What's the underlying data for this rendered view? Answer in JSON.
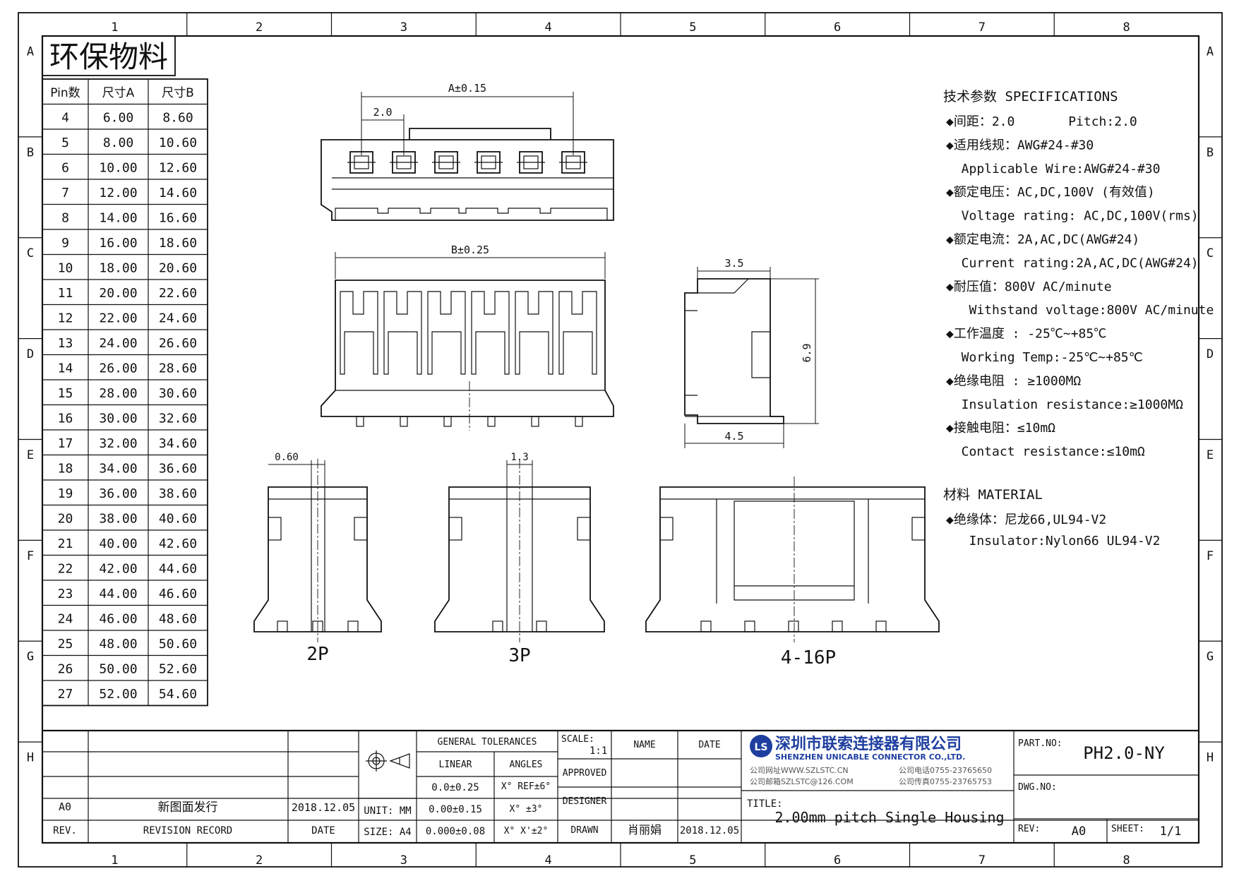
{
  "border": {
    "cols": [
      "1",
      "2",
      "3",
      "4",
      "5",
      "6",
      "7",
      "8"
    ],
    "rows": [
      "A",
      "B",
      "C",
      "D",
      "E",
      "F",
      "G",
      "H"
    ]
  },
  "eco_label": "环保物料",
  "pin_table": {
    "headers": [
      "Pin数",
      "尺寸A",
      "尺寸B"
    ],
    "rows": [
      [
        "4",
        "6.00",
        "8.60"
      ],
      [
        "5",
        "8.00",
        "10.60"
      ],
      [
        "6",
        "10.00",
        "12.60"
      ],
      [
        "7",
        "12.00",
        "14.60"
      ],
      [
        "8",
        "14.00",
        "16.60"
      ],
      [
        "9",
        "16.00",
        "18.60"
      ],
      [
        "10",
        "18.00",
        "20.60"
      ],
      [
        "11",
        "20.00",
        "22.60"
      ],
      [
        "12",
        "22.00",
        "24.60"
      ],
      [
        "13",
        "24.00",
        "26.60"
      ],
      [
        "14",
        "26.00",
        "28.60"
      ],
      [
        "15",
        "28.00",
        "30.60"
      ],
      [
        "16",
        "30.00",
        "32.60"
      ],
      [
        "17",
        "32.00",
        "34.60"
      ],
      [
        "18",
        "34.00",
        "36.60"
      ],
      [
        "19",
        "36.00",
        "38.60"
      ],
      [
        "20",
        "38.00",
        "40.60"
      ],
      [
        "21",
        "40.00",
        "42.60"
      ],
      [
        "22",
        "42.00",
        "44.60"
      ],
      [
        "23",
        "44.00",
        "46.60"
      ],
      [
        "24",
        "46.00",
        "48.60"
      ],
      [
        "25",
        "48.00",
        "50.60"
      ],
      [
        "26",
        "50.00",
        "52.60"
      ],
      [
        "27",
        "52.00",
        "54.60"
      ]
    ]
  },
  "dimensions": {
    "a": "A±0.15",
    "pitch": "2.0",
    "b": "B±0.25",
    "side_top": "3.5",
    "side_height": "6.9",
    "side_bottom": "4.5",
    "p2_width": "0.60",
    "p3_width": "1.3"
  },
  "view_labels": {
    "p2": "2P",
    "p3": "3P",
    "p416": "4-16P"
  },
  "specs": {
    "title": "技术参数  SPECIFICATIONS",
    "lines": [
      "◆间距：2.0       Pitch:2.0",
      "◆适用线规：AWG#24-#30",
      "  Applicable Wire:AWG#24-#30",
      "◆额定电压：AC,DC,100V (有效值)",
      "  Voltage rating: AC,DC,100V(rms)",
      "◆额定电流：2A,AC,DC(AWG#24)",
      "  Current rating:2A,AC,DC(AWG#24)",
      "◆耐压值：800V AC/minute",
      "   Withstand voltage:800V AC/minute",
      "◆工作温度 : -25℃~+85℃",
      "  Working Temp:-25℃~+85℃",
      "◆绝缘电阻 : ≥1000MΩ",
      "  Insulation resistance:≥1000MΩ",
      "◆接触电阻：≤10mΩ",
      "  Contact resistance:≤10mΩ"
    ],
    "material_title": "材料  MATERIAL",
    "material_lines": [
      "◆绝缘体：尼龙66,UL94-V2",
      "   Insulator:Nylon66 UL94-V2"
    ]
  },
  "title_block": {
    "rev_row_rev": "A0",
    "rev_row_record": "新图面发行",
    "rev_row_date": "2018.12.05",
    "rev_hdr": "REV.",
    "record_hdr": "REVISION RECORD",
    "date_hdr": "DATE",
    "unit_label": "UNIT: MM",
    "size_label": "SIZE: A4",
    "tol_title": "GENERAL TOLERANCES",
    "linear": "LINEAR",
    "angles": "ANGLES",
    "tol_lin": [
      "0.0±0.25",
      "0.00±0.15",
      "0.000±0.08"
    ],
    "tol_ang": [
      "X° REF±6°",
      "X° ±3°",
      "X° X'±2°"
    ],
    "scale_label": "SCALE:",
    "scale_value": "1:1",
    "approved": "APPROVED",
    "designer": "DESIGNER",
    "drawn": "DRAWN",
    "name_hdr": "NAME",
    "date_hdr2": "DATE",
    "drawn_name": "肖丽娟",
    "drawn_date": "2018.12.05",
    "company_cn": "深圳市联索连接器有限公司",
    "company_en": "SHENZHEN UNICABLE CONNECTOR CO.,LTD.",
    "company_web": "公司网址WWW.SZLSTC.CN",
    "company_tel": "公司电话0755-23765650",
    "company_mail": "公司邮箱SZLSTC@126.COM",
    "company_fax": "公司传真0755-23765753",
    "logo_text": "LS",
    "title_label": "TITLE:",
    "title_value": "2.00mm pitch Single Housing",
    "part_no_label": "PART.NO:",
    "part_no": "PH2.0-NY",
    "dwg_no_label": "DWG.NO:",
    "rev_label": "REV:",
    "rev_value": "A0",
    "sheet_label": "SHEET:",
    "sheet_value": "1/1"
  },
  "colors": {
    "line": "#111111",
    "company": "#1f3fa0"
  }
}
